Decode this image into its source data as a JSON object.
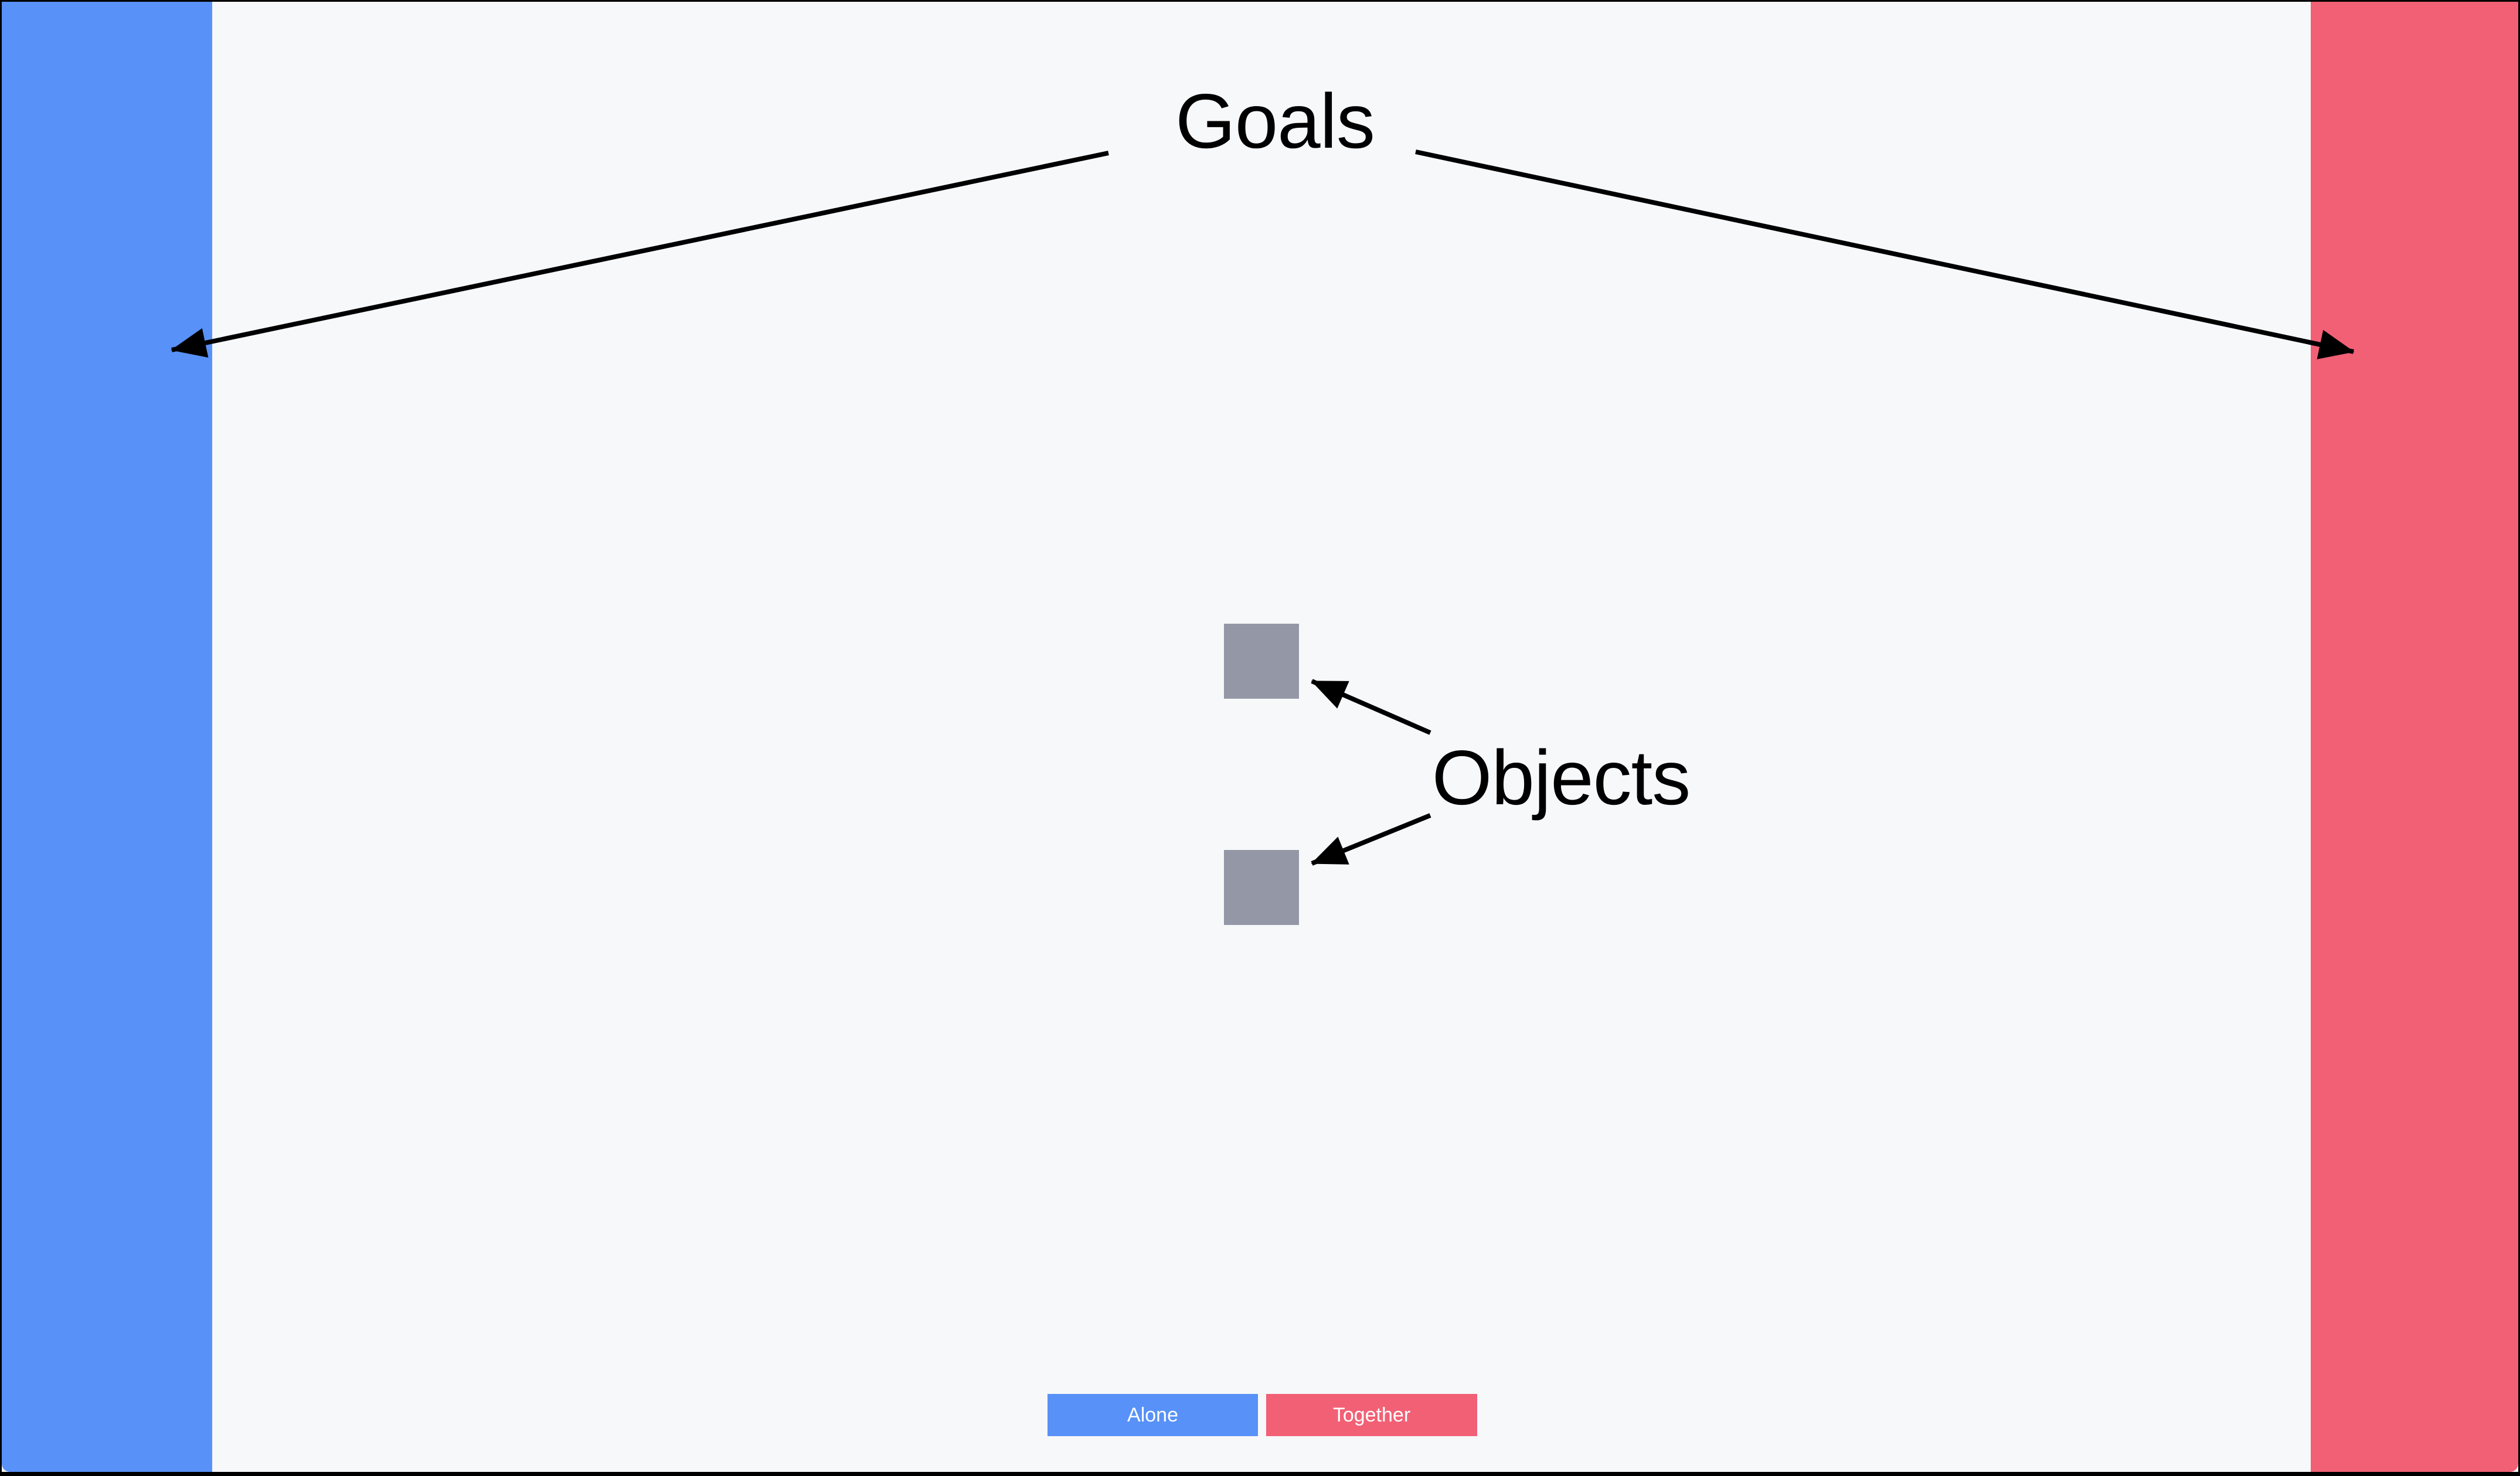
{
  "scene": {
    "background_color": "#F7F8FA",
    "border_color": "#000000",
    "annotation_color": "#000000"
  },
  "annotations": {
    "goals_label": "Goals",
    "objects_label": "Objects"
  },
  "goal_zones": {
    "left_color": "#5891F7",
    "right_color": "#F26075"
  },
  "objects": {
    "color": "#9498A6",
    "count": 2
  },
  "mode_buttons": {
    "alone_label": "Alone",
    "alone_color": "#5891F7",
    "together_label": "Together",
    "together_color": "#F26075",
    "text_color": "#FFFFFF"
  }
}
